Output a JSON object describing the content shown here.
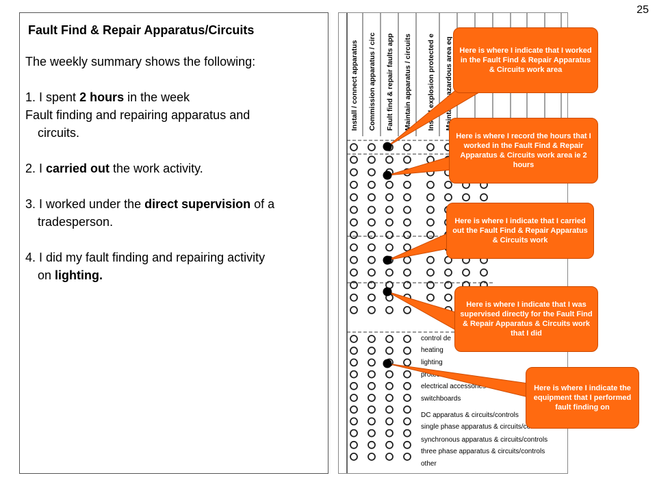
{
  "slide_number": "25",
  "panel": {
    "title": "Fault Find & Repair Apparatus/Circuits",
    "intro": "The weekly summary shows the following:",
    "items": [
      {
        "parts": [
          {
            "t": "1. I spent ",
            "b": false
          },
          {
            "t": "2 hours",
            "b": true
          },
          {
            "t": " in the week",
            "b": false
          }
        ],
        "cont": [
          {
            "t": "Fault finding and repairing apparatus and",
            "b": false
          }
        ],
        "cont2": [
          {
            "t": "circuits.",
            "b": false
          }
        ]
      },
      {
        "parts": [
          {
            "t": "2. I ",
            "b": false
          },
          {
            "t": "carried out",
            "b": true
          },
          {
            "t": " the work activity.",
            "b": false
          }
        ]
      },
      {
        "parts": [
          {
            "t": "3. I worked under the ",
            "b": false
          },
          {
            "t": "direct supervision",
            "b": true
          },
          {
            "t": " of a",
            "b": false
          }
        ],
        "cont2": [
          {
            "t": "tradesperson.",
            "b": false
          }
        ]
      },
      {
        "parts": [
          {
            "t": "4. I did my fault finding and repairing activity",
            "b": false
          }
        ],
        "cont2": [
          {
            "t": "on ",
            "b": false
          },
          {
            "t": "lighting.",
            "b": true
          }
        ]
      }
    ]
  },
  "form": {
    "headers": [
      "Install / connect apparatus",
      "Commission apparatus / circ",
      "Fault find & repair faults app",
      "Maintain apparatus / circuits",
      "Install explosion protected e",
      "Maintain hazardous area eq"
    ],
    "equipment": [
      "control de",
      "heating",
      "lighting",
      "protection",
      "electrical accessories",
      "switchboards",
      "DC apparatus & circuits/controls",
      "single phase apparatus & circuits/controls",
      "synchronous apparatus & circuits/controls",
      "three phase apparatus & circuits/controls",
      "other"
    ]
  },
  "callouts": [
    {
      "text": "Here is where I indicate that I worked in the Fault Find & Repair Apparatus & Circuits work area"
    },
    {
      "text": "Here is where I record the hours that I worked in the Fault Find & Repair Apparatus & Circuits work area  ie 2 hours"
    },
    {
      "text": "Here is where I indicate that I carried out the Fault Find & Repair Apparatus & Circuits work"
    },
    {
      "text": "Here is where I indicate that I was supervised directly for the Fault Find & Repair Apparatus & Circuits work that I did"
    },
    {
      "text": "Here is where I indicate the equipment that I performed fault finding on"
    }
  ],
  "colors": {
    "callout_fill": "#ff6a10",
    "callout_border": "#cc4a00",
    "marker": "#000000"
  }
}
